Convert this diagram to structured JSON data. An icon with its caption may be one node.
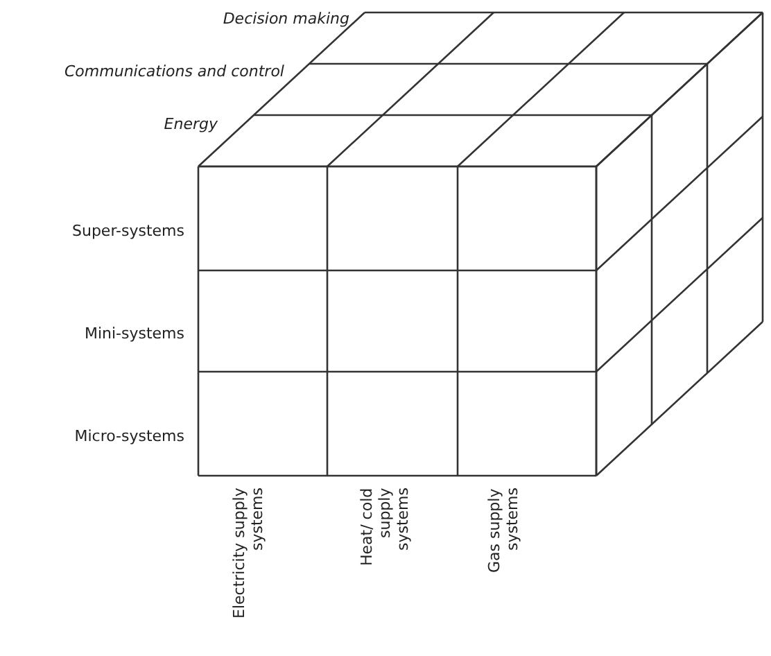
{
  "diagram": {
    "labels": [
      "Decision making",
      "Communications and control",
      "Energy",
      "Super-systems",
      "Mini-systems",
      "Micro-systems",
      "Electricity supply systems",
      "Heat/ cold supply systems",
      "Gas supply systems"
    ]
  }
}
